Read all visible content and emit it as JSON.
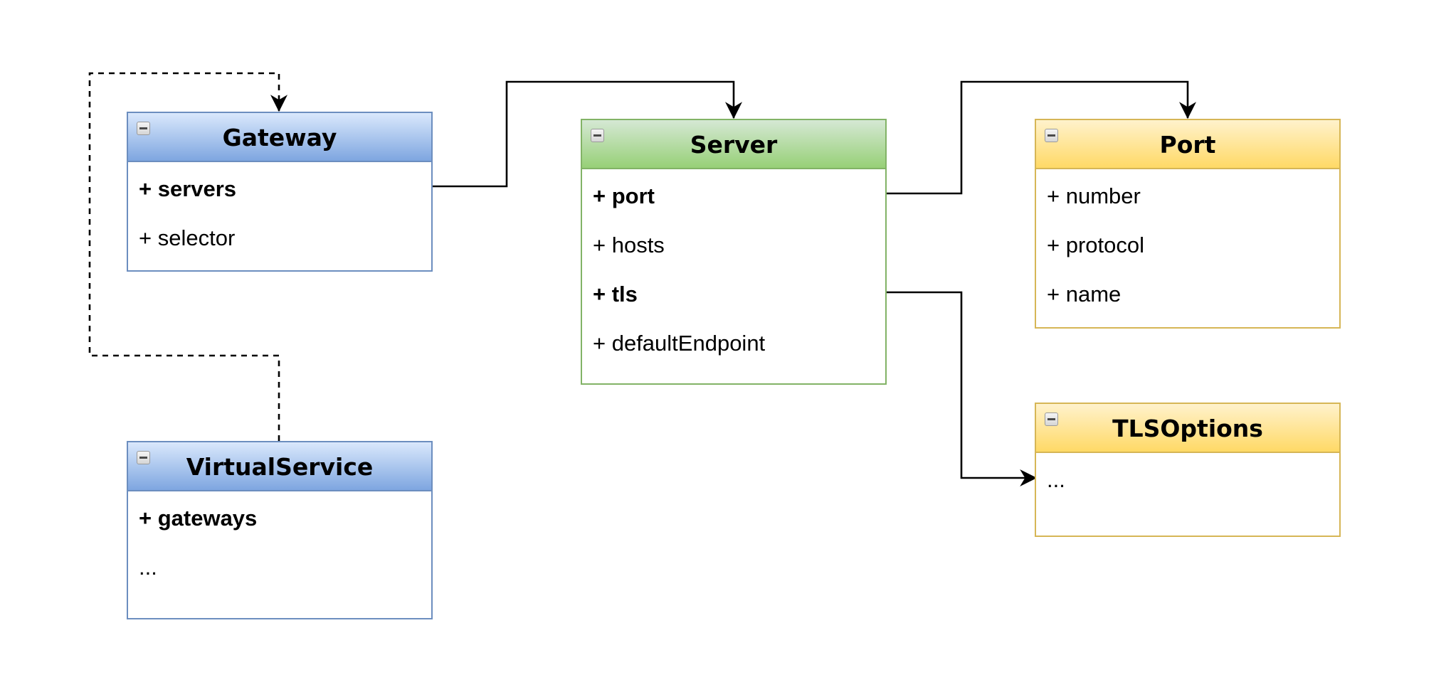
{
  "classes": {
    "gateway": {
      "title": "Gateway",
      "attributes": [
        "+ servers",
        "+ selector"
      ]
    },
    "virtualservice": {
      "title": "VirtualService",
      "attributes": [
        "+ gateways",
        "..."
      ]
    },
    "server": {
      "title": "Server",
      "attributes": [
        "+ port",
        "+ hosts",
        "+ tls",
        "+ defaultEndpoint"
      ]
    },
    "port": {
      "title": "Port",
      "attributes": [
        "+ number",
        "+ protocol",
        "+ name"
      ]
    },
    "tlsoptions": {
      "title": "TLSOptions",
      "attributes": [
        "..."
      ]
    }
  },
  "colors": {
    "blue_stroke": "#6c8ebf",
    "green_stroke": "#82b366",
    "yellow_stroke": "#d6b656",
    "connector": "#000000"
  },
  "connectors": [
    {
      "from": "gateway.servers",
      "to": "server",
      "style": "solid"
    },
    {
      "from": "server.port",
      "to": "port",
      "style": "solid"
    },
    {
      "from": "server.tls",
      "to": "tlsoptions",
      "style": "solid"
    },
    {
      "from": "virtualservice.gateways",
      "to": "gateway",
      "style": "dashed"
    }
  ]
}
